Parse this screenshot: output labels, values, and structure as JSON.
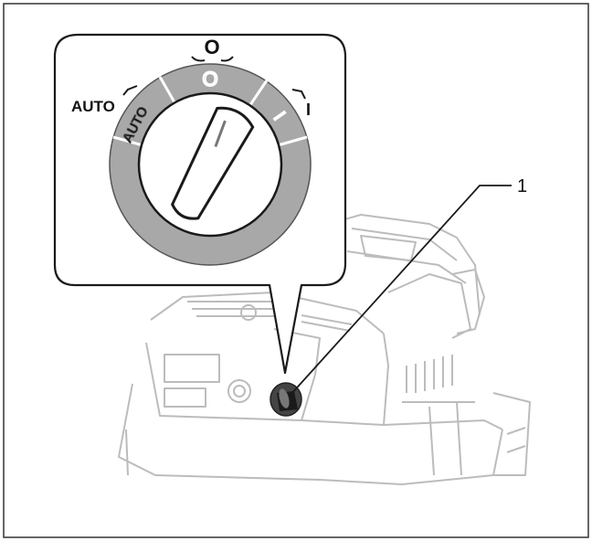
{
  "diagram": {
    "callout_number": "1",
    "dial": {
      "label_off": "O",
      "label_auto": "AUTO",
      "label_on": "I",
      "segment_auto": "AUTO",
      "segment_off": "O",
      "segment_on": "I"
    }
  },
  "colors": {
    "line": "#1a1a1a",
    "dial_ring": "#a8a8a8",
    "device_line": "#c8c8c8",
    "background": "#ffffff"
  }
}
